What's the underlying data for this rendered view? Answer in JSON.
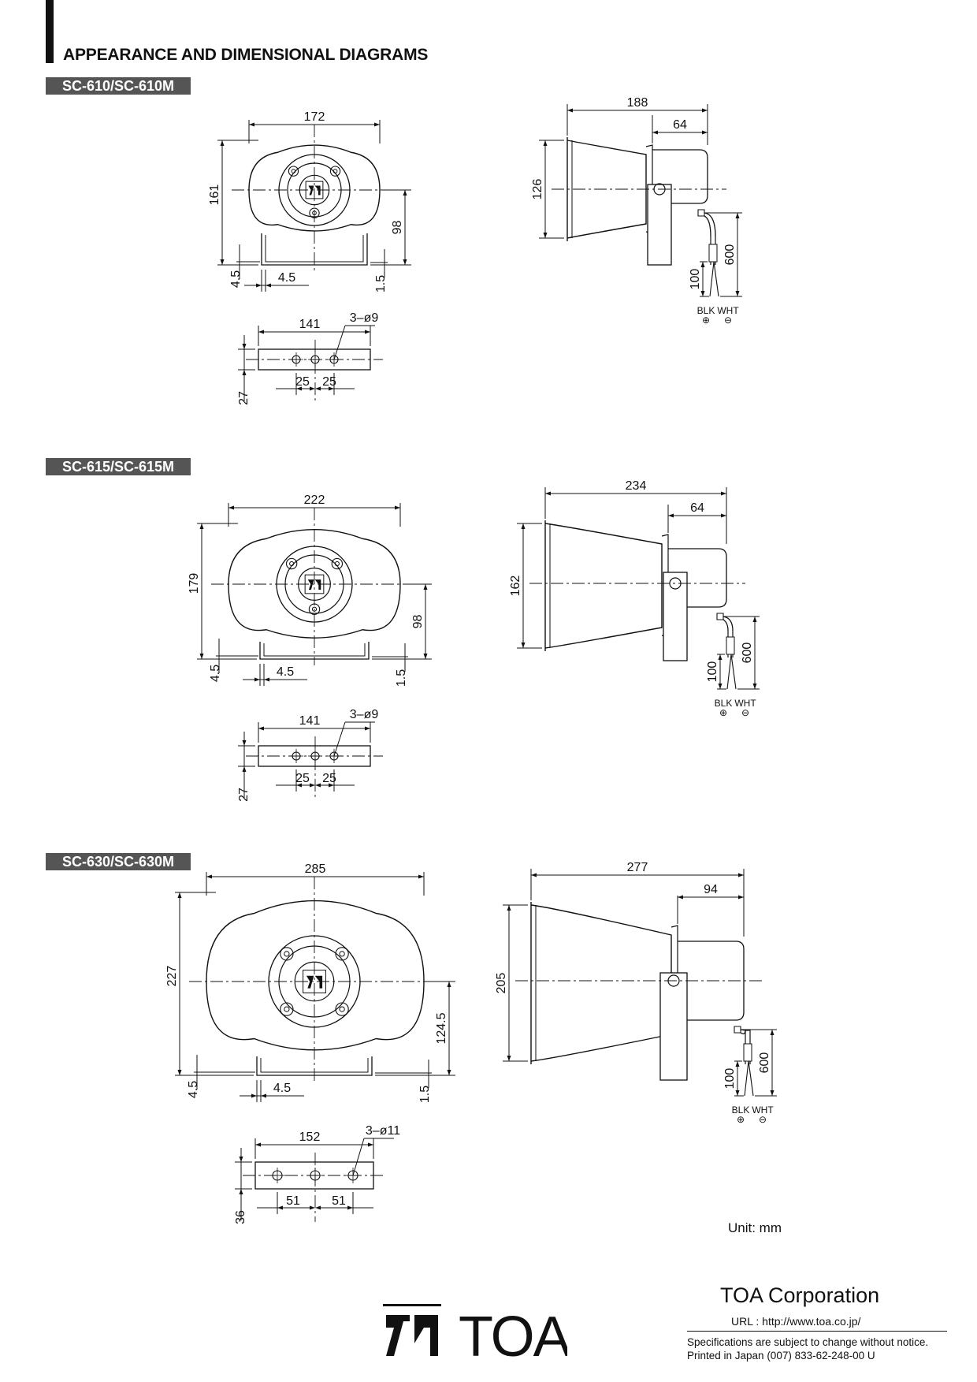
{
  "page": {
    "title": "APPEARANCE AND DIMENSIONAL DIAGRAMS",
    "unit_note": "Unit: mm",
    "company": "TOA Corporation",
    "url": "URL : http://www.toa.co.jp/",
    "disclaimer": "Specifications are subject to change without notice.",
    "print_info": "Printed in Japan (007) 833-62-248-00 U",
    "logo_text": "TOA"
  },
  "models": [
    {
      "name": "SC-610/SC-610M",
      "front": {
        "width": "172",
        "height": "161",
        "center_height": "98",
        "bracket_gap": "4.5",
        "bracket_offset": "4.5",
        "bracket_thickness": "1.5"
      },
      "side": {
        "depth": "188",
        "rear_depth": "64",
        "mouth_height": "126",
        "lead_length": "600",
        "lead_strip": "100",
        "wire_black": "BLK",
        "wire_white": "WHT",
        "polarity_black": "⊕",
        "polarity_white": "⊖"
      },
      "bracket": {
        "hole_pitch": "141",
        "hole_spec": "3–ø9",
        "width": "27",
        "left_offset": "25",
        "right_offset": "25"
      }
    },
    {
      "name": "SC-615/SC-615M",
      "front": {
        "width": "222",
        "height": "179",
        "center_height": "98",
        "bracket_gap": "4.5",
        "bracket_offset": "4.5",
        "bracket_thickness": "1.5"
      },
      "side": {
        "depth": "234",
        "rear_depth": "64",
        "mouth_height": "162",
        "lead_length": "600",
        "lead_strip": "100",
        "wire_black": "BLK",
        "wire_white": "WHT",
        "polarity_black": "⊕",
        "polarity_white": "⊖"
      },
      "bracket": {
        "hole_pitch": "141",
        "hole_spec": "3–ø9",
        "width": "27",
        "left_offset": "25",
        "right_offset": "25"
      }
    },
    {
      "name": "SC-630/SC-630M",
      "front": {
        "width": "285",
        "height": "227",
        "center_height": "124.5",
        "bracket_gap": "4.5",
        "bracket_offset": "4.5",
        "bracket_thickness": "1.5"
      },
      "side": {
        "depth": "277",
        "rear_depth": "94",
        "mouth_height": "205",
        "lead_length": "600",
        "lead_strip": "100",
        "wire_black": "BLK",
        "wire_white": "WHT",
        "polarity_black": "⊕",
        "polarity_white": "⊖"
      },
      "bracket": {
        "hole_pitch": "152",
        "hole_spec": "3–ø11",
        "width": "36",
        "left_offset": "51",
        "right_offset": "51"
      }
    }
  ]
}
